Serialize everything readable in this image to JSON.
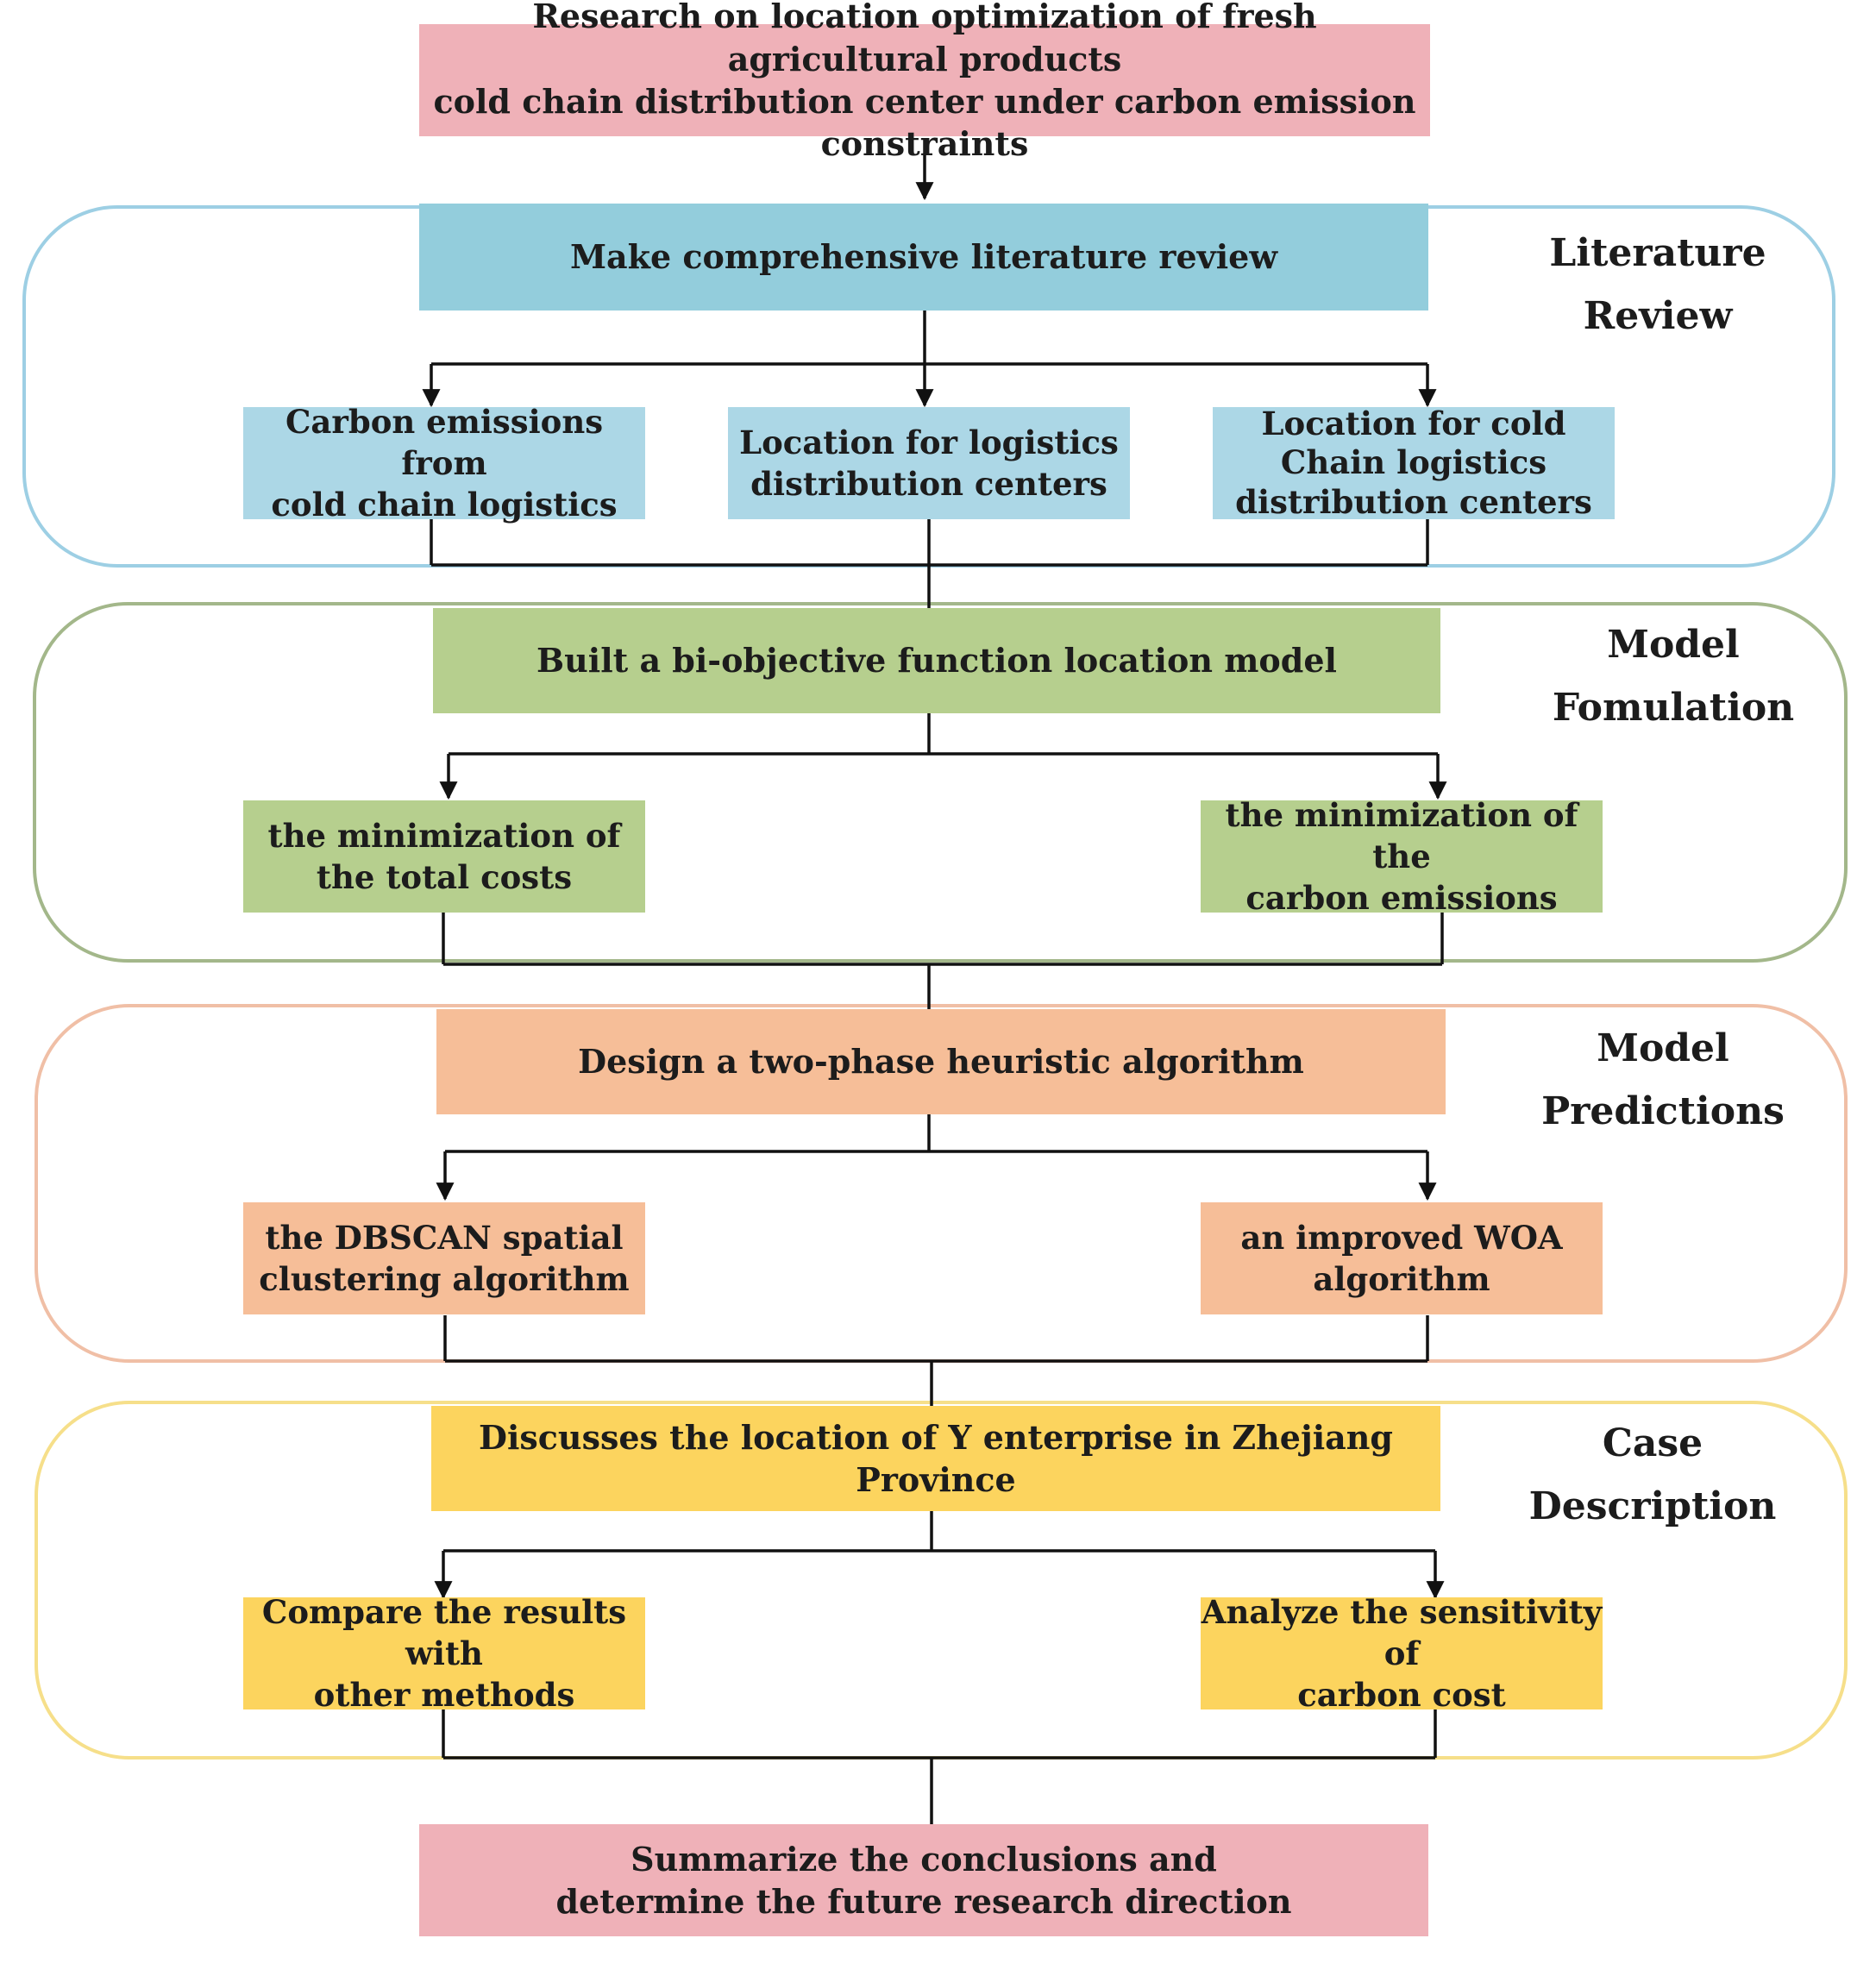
{
  "colors": {
    "pink": "#efb1b8",
    "blue_dark": "#93cddc",
    "blue_light": "#acd7e6",
    "green": "#b6cf8e",
    "orange": "#f6be98",
    "yellow": "#fcd45e",
    "frame_blue": "#9dcfe4",
    "frame_green": "#a3b78a",
    "frame_orange": "#f0bfa6",
    "frame_yellow": "#f6df8a"
  },
  "top": {
    "line1": "Research on location optimization of fresh agricultural products",
    "line2": "cold chain distribution center under carbon emission constraints"
  },
  "literature": {
    "stage_line1": "Literature",
    "stage_line2": "Review",
    "main": "Make comprehensive literature review",
    "left_line1": "Carbon emissions from",
    "left_line2": "cold chain logistics",
    "mid_line1": "Location for logistics",
    "mid_line2": "distribution centers",
    "right_line1": "Location for cold",
    "right_line2": "Chain logistics",
    "right_line3": "distribution centers"
  },
  "model": {
    "stage_line1": "Model",
    "stage_line2": "Fomulation",
    "main": "Built a bi-objective function location model",
    "left_line1": "the minimization of",
    "left_line2": "the total costs",
    "right_line1": "the minimization of the",
    "right_line2": "carbon emissions"
  },
  "predictions": {
    "stage_line1": "Model",
    "stage_line2": "Predictions",
    "main": "Design a two-phase heuristic algorithm",
    "left_line1": "the DBSCAN spatial",
    "left_line2": "clustering algorithm",
    "right_line1": "an improved WOA",
    "right_line2": "algorithm"
  },
  "case": {
    "stage_line1": "Case",
    "stage_line2": "Description",
    "main": "Discusses the location of Y enterprise in Zhejiang Province",
    "left_line1": "Compare the results with",
    "left_line2": "other methods",
    "right_line1": "Analyze the sensitivity of",
    "right_line2": "carbon cost"
  },
  "bottom": {
    "line1": "Summarize the conclusions and",
    "line2": "determine the future research direction"
  }
}
